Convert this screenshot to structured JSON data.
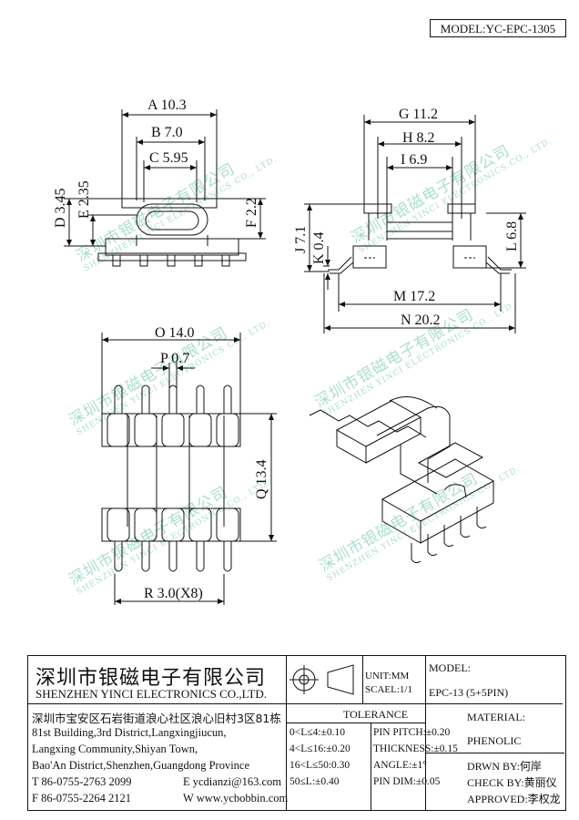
{
  "model_label": "MODEL:YC-EPC-1305",
  "dimensions": {
    "A": "A 10.3",
    "B": "B 7.0",
    "C": "C 5.95",
    "D": "D 3.45",
    "E": "E 2.35",
    "F": "F 2.2",
    "G": "G 11.2",
    "H": "H 8.2",
    "I": "I 6.9",
    "J": "J 7.1",
    "K": "K 0.4",
    "L": "L 6.8",
    "M": "M 17.2",
    "N": "N 20.2",
    "O": "O 14.0",
    "P": "P 0.7",
    "Q": "Q 13.4",
    "R": "R 3.0(X8)"
  },
  "watermark": {
    "cn": "深圳市银磁电子有限公司",
    "en": "SHENZHEN YINCI ELECTRONICS CO., LTD."
  },
  "title_block": {
    "company_cn": "深圳市银磁电子有限公司",
    "company_en": "SHENZHEN YINCI ELECTRONICS CO.,LTD.",
    "address_cn": "深圳市宝安区石岩街道浪心社区浪心旧村3区81栋",
    "address_en_1": "81st Building,3rd District,Langxingjiucun,",
    "address_en_2": "Langxing Community,Shiyan Town,",
    "address_en_3": "Bao'An District,Shenzhen,Guangdong Province",
    "tel": "T 86-0755-2763 2099",
    "fax": "F 86-0755-2264 2121",
    "email": "E ycdianzi@163.com",
    "web": "W www.ycbobbin.com",
    "unit": "UNIT:MM",
    "scale": "SCAEL:1/1",
    "model_header": "MODEL:",
    "model_value": "EPC-13 (5+5PIN)",
    "tolerance_header": "TOLERANCE",
    "tolerances": [
      "0<L≤4:±0.10",
      "4<L≤16:±0.20",
      "16<L≤50:0.30",
      "50≤L:±0.40"
    ],
    "pin_specs": [
      "PIN PITCH:±0.20",
      "THICKNESS:±0.15",
      "ANGLE:±1°",
      "PIN DIM:±0.05"
    ],
    "material_header": "MATERIAL:",
    "material_value": "PHENOLIC",
    "drawn_by": "DRWN BY:何岸",
    "checked_by": "CHECK BY:黄丽仪",
    "approved_by": "APPROVED:李权龙"
  },
  "colors": {
    "line": "#111111",
    "watermark": "#9ed9c3"
  }
}
